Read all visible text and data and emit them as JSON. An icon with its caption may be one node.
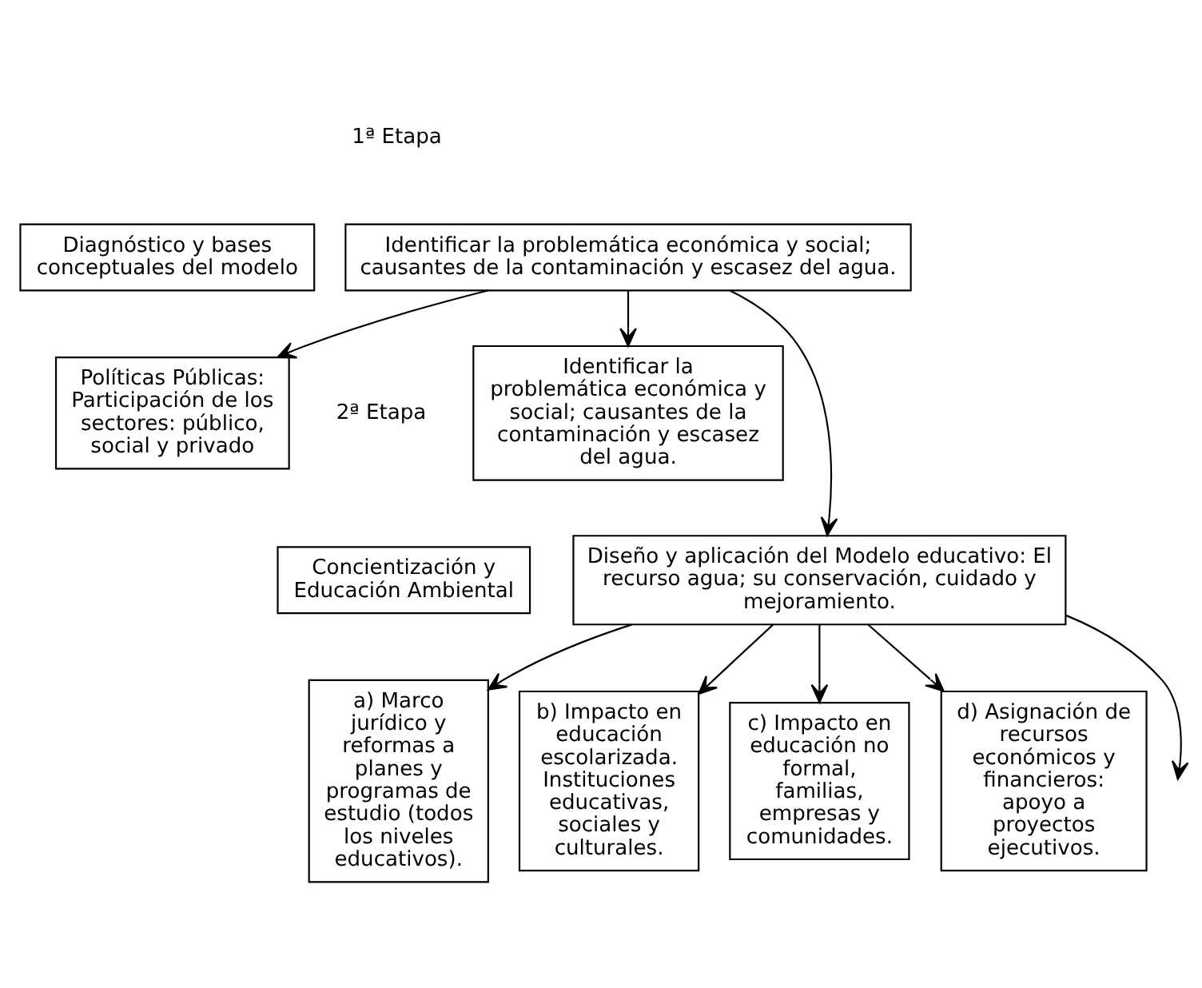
{
  "diagram": {
    "nodes": [
      {
        "text": [
          "Diagnóstico y bases conceptuales del modelo"
        ]
      },
      {
        "text": [
          "Identificar la problemática económica y social; causantes de la contaminación y escasez del agua."
        ]
      },
      {
        "text": [
          "Identificar la problemática económica y social; causantes de la contaminación y escasez del agua."
        ]
      },
      {
        "text": [
          "Políticas Públicas: Participación de los sectores: público, social y privado"
        ]
      },
      {
        "text": [
          "Concientización y Educación Ambiental"
        ]
      },
      {
        "text": [
          "Diseño y aplicación del Modelo educativo: El recurso agua; su conservación, cuidado y mejoramiento."
        ]
      },
      {
        "text": [
          "a) Marco jurídico y reformas a planes y programas de estudio (todos los niveles educativos)."
        ]
      },
      {
        "text": [
          "b) Impacto en educación escolarizada. Instituciones educativas, sociales y culturales."
        ]
      },
      {
        "text": [
          "c) Impacto en educación no formal, familias, empresas y comunidades."
        ]
      },
      {
        "text": [
          "d) Asignación de recursos económicos y financieros: apoyo a proyectos ejecutivos."
        ]
      }
    ],
    "edges": [
      {
        "from": 1,
        "to": 2,
        "arrow": "to"
      },
      {
        "from": 1,
        "to": 5,
        "arrow": "to"
      },
      {
        "from": 1,
        "to": 3,
        "arrow": "to"
      },
      {
        "from": 5,
        "to": 6,
        "arrow": "to"
      },
      {
        "from": 5,
        "to": 7,
        "arrow": "to"
      },
      {
        "from": 5,
        "to": 8,
        "arrow": "to"
      },
      {
        "from": 5,
        "to": 9,
        "arrow": "to"
      },
      {
        "from": 5,
        "to": null,
        "arrow": "to"
      }
    ],
    "labels": [
      "1ª Etapa",
      "2ª Etapa"
    ]
  }
}
